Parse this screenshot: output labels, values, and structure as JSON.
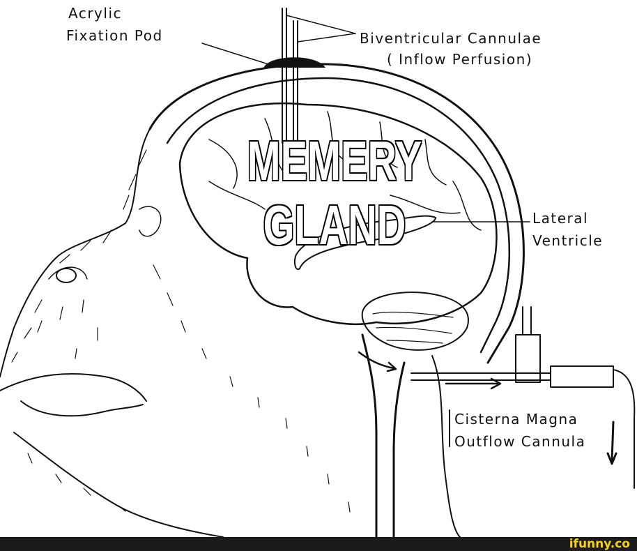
{
  "labels": {
    "pod_line1": "Acrylic",
    "pod_line2": "Fixation  Pod",
    "cannulae_line1": "Biventricular  Cannulae",
    "cannulae_line2": "( Inflow  Perfusion)",
    "ventricle_line1": "Lateral",
    "ventricle_line2": "Ventricle",
    "outflow_line1": "Cisterna  Magna",
    "outflow_line2": "Outflow  Cannula"
  },
  "meme_caption": {
    "line1": "MEMERY",
    "line2": "GLAND"
  },
  "watermark": "ifunny.co",
  "colors": {
    "ink": "#111111",
    "background": "#ffffff",
    "footer": "#1b1b1b",
    "watermark": "#f5d31a"
  }
}
